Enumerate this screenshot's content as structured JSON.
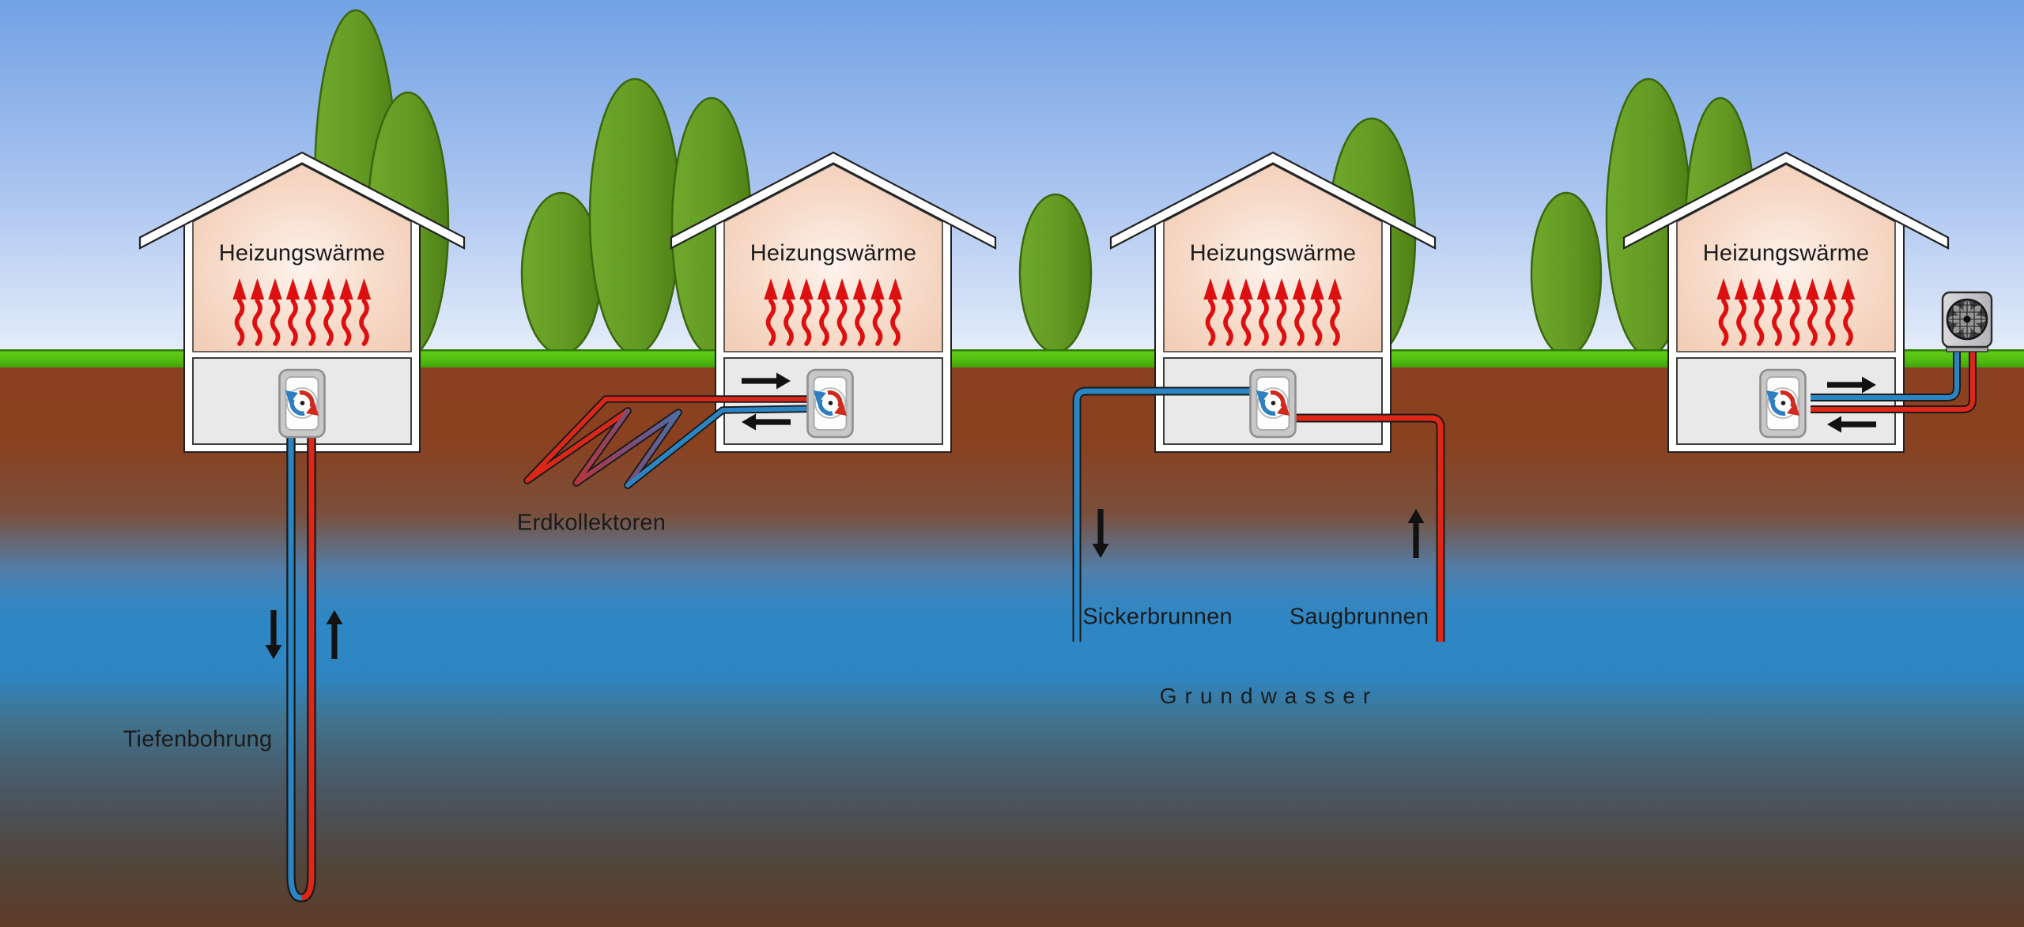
{
  "diagram": {
    "subject": "heat pump heating systems",
    "houses": [
      {
        "system": "deep-borehole",
        "heating": "Heizungswärme",
        "caption": "Tiefenbohrung"
      },
      {
        "system": "ground-collector",
        "heating": "Heizungswärme",
        "caption": "Erdkollektoren"
      },
      {
        "system": "groundwater-well",
        "heating": "Heizungswärme",
        "well_left": "Sickerbrunnen",
        "well_right": "Saugbrunnen",
        "groundwater": "Grundwasser"
      },
      {
        "system": "air-source",
        "heating": "Heizungswärme"
      }
    ],
    "colors": {
      "sky_top": "#72a2e4",
      "sky_horizon": "#e4edfa",
      "grass": "#54c311",
      "soil": "#8a4120",
      "groundwater_blue": "#2e86c4",
      "pipe_cold": "#2c85c3",
      "pipe_warm": "#da2718",
      "heat_arrow_red": "#dc1010",
      "tree_green": "#6fa92c",
      "house_interior": "#efc5ad",
      "text": "#1b1b1b"
    }
  }
}
